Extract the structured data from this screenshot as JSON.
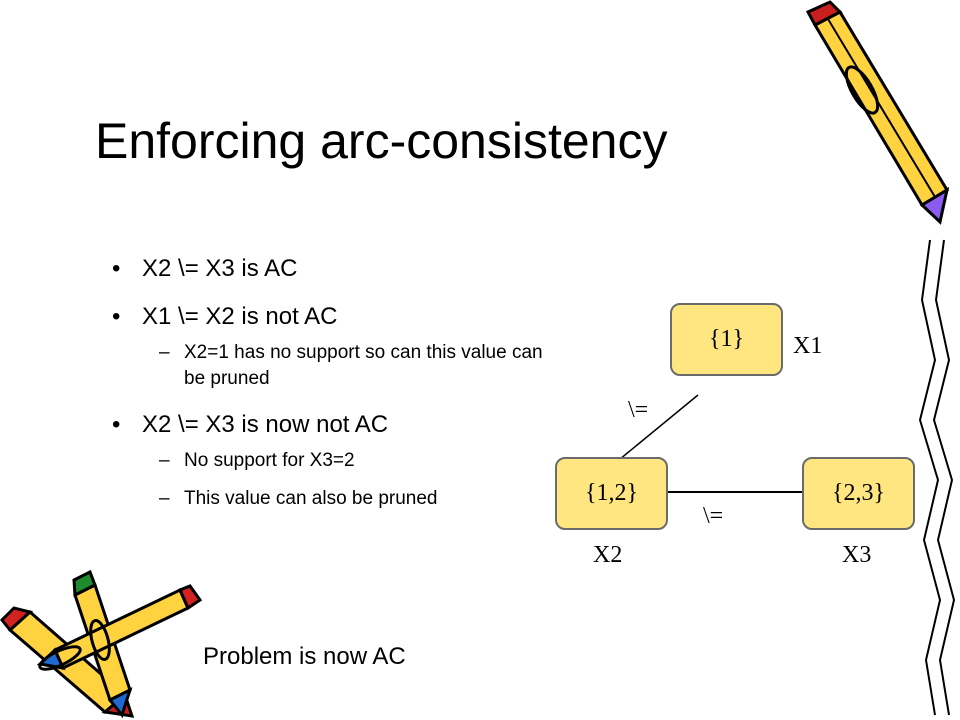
{
  "slide": {
    "title": "Enforcing arc-consistency",
    "bullets": [
      {
        "text": "X2 \\= X3 is AC"
      },
      {
        "text": "X1 \\= X2 is not AC",
        "sub": [
          "X2=1 has no support so can this value can be pruned"
        ]
      },
      {
        "text": "X2 \\= X3 is now not AC",
        "sub": [
          "No support for X3=2",
          "This value can also be pruned"
        ]
      }
    ],
    "bullet_mark": "•",
    "sub_mark": "–",
    "footer": "Problem is now AC"
  },
  "graph": {
    "nodes": [
      {
        "id": "x1",
        "domain": "{1}",
        "label": "X1"
      },
      {
        "id": "x2",
        "domain": "{1,2}",
        "label": "X2"
      },
      {
        "id": "x3",
        "domain": "{2,3}",
        "label": "X3"
      }
    ],
    "edges": [
      {
        "from": "x1",
        "to": "x2",
        "label": "\\="
      },
      {
        "from": "x2",
        "to": "x3",
        "label": "\\="
      }
    ],
    "node_fill": "#ffe680",
    "node_border": "#6b6b6b"
  },
  "decorations": [
    "pencil-icon",
    "pencils-icon"
  ]
}
